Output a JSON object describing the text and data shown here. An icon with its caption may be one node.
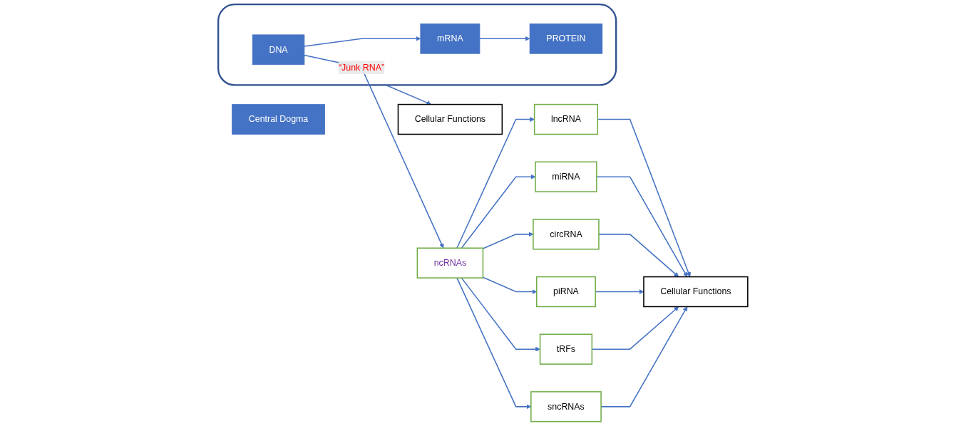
{
  "diagram": {
    "nodes": [
      {
        "text": [
          "Central Dogma"
        ]
      },
      {
        "text": [],
        "shape": "cylinder"
      },
      {
        "text": [
          "DNA"
        ],
        "in": 1
      },
      {
        "text": [
          "mRNA"
        ],
        "in": 1
      },
      {
        "text": [
          "PROTEIN"
        ],
        "in": 1
      },
      {
        "text": [
          "Cellular Functions"
        ]
      },
      {
        "text": [
          "ncRNAs"
        ]
      },
      {
        "text": [
          "lncRNA"
        ]
      },
      {
        "text": [
          "miRNA"
        ]
      },
      {
        "text": [
          "circRNA"
        ]
      },
      {
        "text": [
          "piRNA"
        ]
      },
      {
        "text": [
          "tRFs"
        ]
      },
      {
        "text": [
          "sncRNAs"
        ]
      },
      {
        "text": [
          "Cellular Functions"
        ]
      }
    ],
    "edges": [
      {
        "from": 2,
        "to": 3,
        "arrow": "to"
      },
      {
        "from": 3,
        "to": 4,
        "arrow": "to"
      },
      {
        "from": 1,
        "to": 5,
        "arrow": "to"
      },
      {
        "from": 2,
        "to": 6,
        "arrow": "to",
        "label": "“Junk RNA”"
      },
      {
        "from": 6,
        "to": 7,
        "arrow": "to"
      },
      {
        "from": 6,
        "to": 8,
        "arrow": "to"
      },
      {
        "from": 6,
        "to": 9,
        "arrow": "to"
      },
      {
        "from": 6,
        "to": 10,
        "arrow": "to"
      },
      {
        "from": 6,
        "to": 11,
        "arrow": "to"
      },
      {
        "from": 6,
        "to": 12,
        "arrow": "to"
      },
      {
        "from": 7,
        "to": 13,
        "arrow": "to"
      },
      {
        "from": 8,
        "to": 13,
        "arrow": "to"
      },
      {
        "from": 9,
        "to": 13,
        "arrow": "to"
      },
      {
        "from": 10,
        "to": 13,
        "arrow": "to"
      },
      {
        "from": 11,
        "to": 13,
        "arrow": "to"
      },
      {
        "from": 12,
        "to": 13,
        "arrow": "to"
      }
    ]
  }
}
